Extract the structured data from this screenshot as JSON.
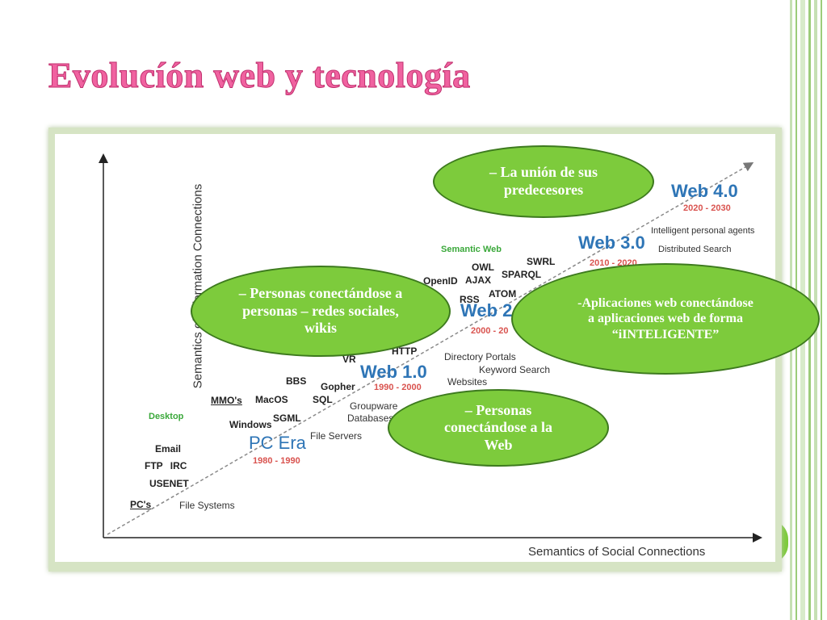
{
  "slide": {
    "title": "Evolucíón web y tecnología",
    "colors": {
      "title": "#f062a0",
      "callout_fill": "#7dcb3c",
      "callout_border": "#3d7a1e",
      "frame": "#d6e4c4",
      "accent_blue": "#2e75b6",
      "accent_red": "#d9534f",
      "accent_green": "#3aa83a"
    }
  },
  "diagram": {
    "y_axis_label": "Semantics of Information Connections",
    "x_axis_label": "Semantics of Social Connections",
    "eras": {
      "pc": {
        "name": "PC Era",
        "years": "1980 - 1990"
      },
      "web1": {
        "name": "Web 1.0",
        "years": "1990 - 2000"
      },
      "web2": {
        "name": "Web 2",
        "years": "2000 - 20"
      },
      "web3": {
        "name": "Web 3.0",
        "years": "2010 - 2020"
      },
      "web4": {
        "name": "Web 4.0",
        "years": "2020 - 2030"
      }
    },
    "labels": {
      "desktop": "Desktop",
      "semantic_web": "Semantic Web",
      "email": "Email",
      "ftp_irc": "FTP IRC",
      "usenet": "USENET",
      "pcs": "PC's",
      "file_systems": "File Systems",
      "windows": "Windows",
      "sgml": "SGML",
      "file_servers": "File Servers",
      "mmos": "MMO's",
      "macos": "MacOS",
      "bbs": "BBS",
      "gopher": "Gopher",
      "sql": "SQL",
      "groupware": "Groupware",
      "databases": "Databases",
      "vr": "VR",
      "http": "HTTP",
      "directory_portals": "Directory Portals",
      "keyword_search": "Keyword Search",
      "websites": "Websites",
      "openid": "OpenID",
      "ajax": "AJAX",
      "rss": "RSS",
      "owl": "OWL",
      "sparql": "SPARQL",
      "atom": "ATOM",
      "swrl": "SWRL",
      "intelligent_agents": "Intelligent personal agents",
      "distributed_search": "Distributed Search"
    }
  },
  "callouts": {
    "union": "– La unión de sus predecesores",
    "personas_personas": "– Personas conectándose a personas – redes sociales, wikis",
    "aplicaciones": "-Aplicaciones web conectándose a aplicaciones web de forma “iINTELIGENTE”",
    "personas_web": "– Personas conectándose a la Web"
  }
}
